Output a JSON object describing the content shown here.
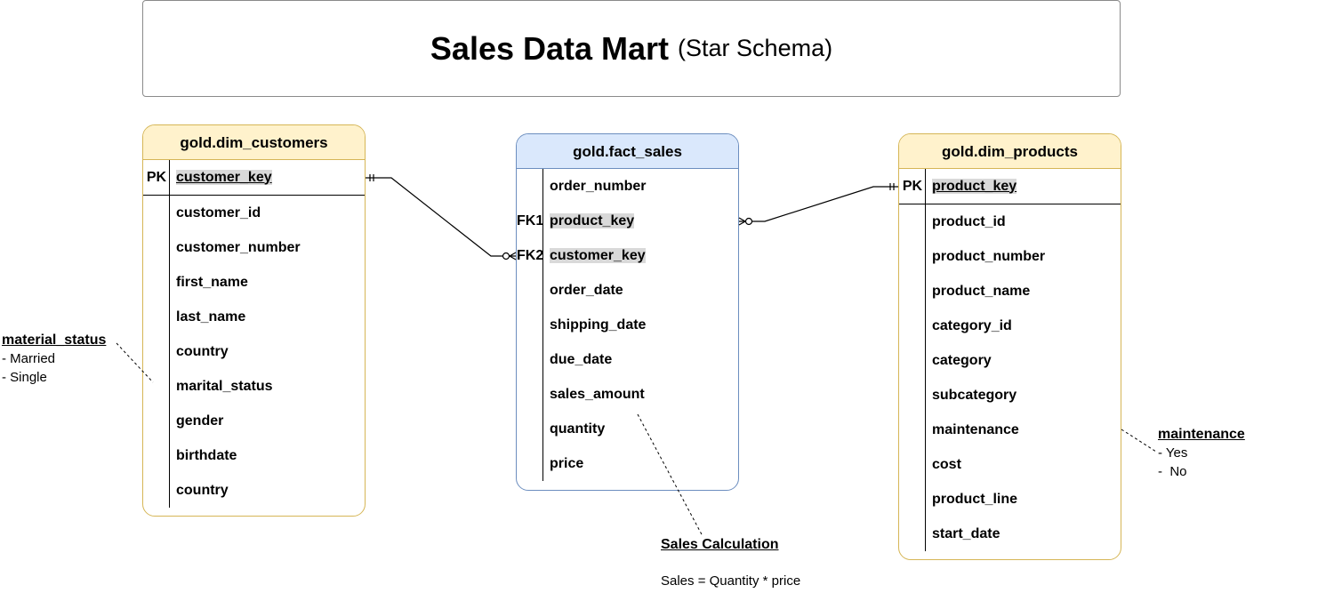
{
  "title": {
    "main": "Sales Data Mart",
    "sub": "(Star Schema)"
  },
  "dim_customers": {
    "name": "gold.dim_customers",
    "pk_label": "PK",
    "pk_field": "customer_key",
    "fields": [
      "customer_id",
      "customer_number",
      "first_name",
      "last_name",
      "country",
      "marital_status",
      "gender",
      "birthdate",
      "country"
    ]
  },
  "fact_sales": {
    "name": "gold.fact_sales",
    "rows": [
      {
        "key": "",
        "field": "order_number"
      },
      {
        "key": "FK1",
        "field": "product_key"
      },
      {
        "key": "FK2",
        "field": "customer_key"
      },
      {
        "key": "",
        "field": "order_date"
      },
      {
        "key": "",
        "field": "shipping_date"
      },
      {
        "key": "",
        "field": "due_date"
      },
      {
        "key": "",
        "field": "sales_amount"
      },
      {
        "key": "",
        "field": "quantity"
      },
      {
        "key": "",
        "field": "price"
      }
    ]
  },
  "dim_products": {
    "name": "gold.dim_products",
    "pk_label": "PK",
    "pk_field": "product_key",
    "fields": [
      "product_id",
      "product_number",
      "product_name",
      "category_id",
      "category",
      "subcategory",
      "maintenance",
      "cost",
      "product_line",
      "start_date"
    ]
  },
  "notes": {
    "marital": {
      "heading": "material_status",
      "lines": [
        "- Married",
        "- Single"
      ]
    },
    "maintenance": {
      "heading": "maintenance",
      "lines": [
        "- Yes",
        "-  No"
      ]
    },
    "sales": {
      "heading": "Sales Calculation",
      "formula": "Sales = Quantity * price"
    }
  },
  "colors": {
    "dim_fill": "#fff2cc",
    "dim_stroke": "#d6b656",
    "fact_fill": "#dae8fc",
    "fact_stroke": "#6c8ebf",
    "key_highlight": "#d9d9d9"
  }
}
